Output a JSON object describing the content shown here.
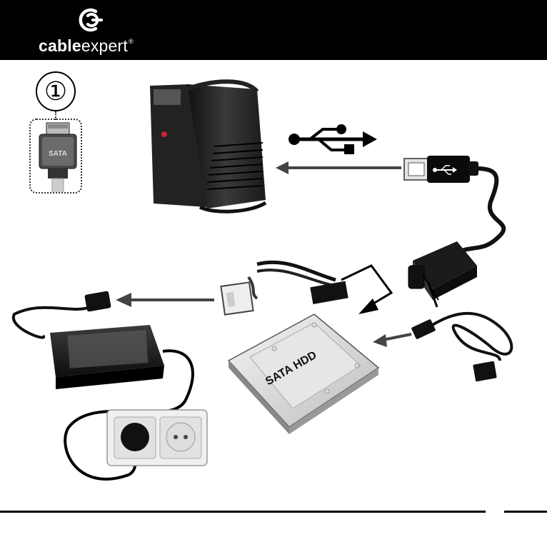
{
  "brand": {
    "name_bold": "cable",
    "name_light": "expert",
    "registered": "®",
    "logo_icon": "cablexpert-swirl-icon"
  },
  "step": {
    "number": "①"
  },
  "labels": {
    "sata_connector": "SATA",
    "hdd": "SATA HDD"
  },
  "icons": {
    "usb": "usb-trident-icon",
    "arrow": "arrow-left-icon"
  },
  "colors": {
    "header": "#000000",
    "ink": "#000000",
    "background": "#ffffff"
  }
}
